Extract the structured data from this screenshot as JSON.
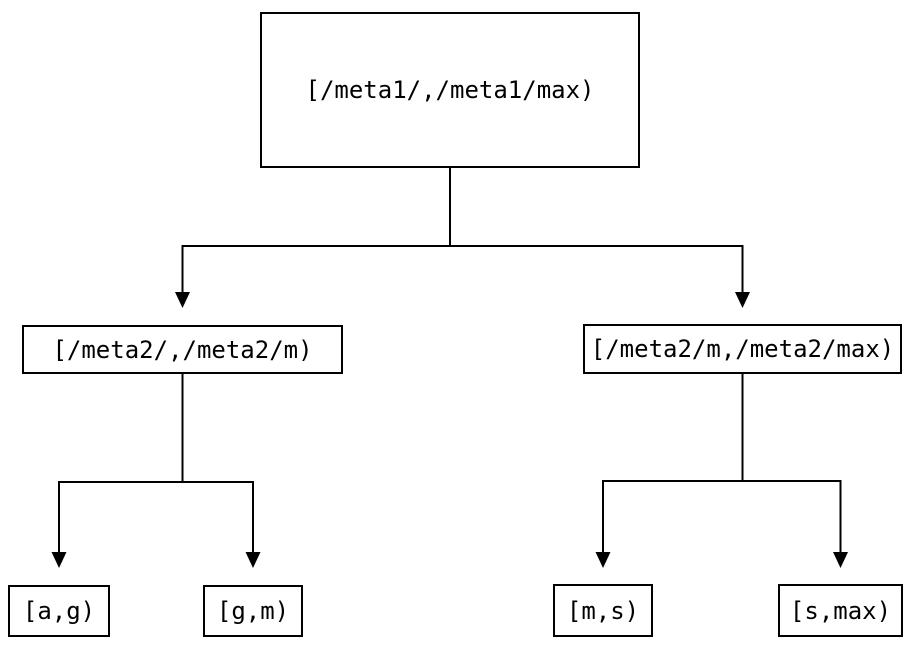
{
  "diagram": {
    "type": "tree",
    "background_color": "#ffffff",
    "line_color": "#000000",
    "text_color": "#000000",
    "nodes": {
      "root": {
        "label": "[/meta1/,/meta1/max)"
      },
      "left": {
        "label": "[/meta2/,/meta2/m)"
      },
      "right": {
        "label": "[/meta2/m,/meta2/max)"
      },
      "left_left": {
        "label": "[a,g)"
      },
      "left_right": {
        "label": "[g,m)"
      },
      "right_left": {
        "label": "[m,s)"
      },
      "right_right": {
        "label": "[s,max)"
      }
    },
    "edges": [
      {
        "from": "root",
        "to": "left"
      },
      {
        "from": "root",
        "to": "right"
      },
      {
        "from": "left",
        "to": "left_left"
      },
      {
        "from": "left",
        "to": "left_right"
      },
      {
        "from": "right",
        "to": "right_left"
      },
      {
        "from": "right",
        "to": "right_right"
      }
    ]
  }
}
